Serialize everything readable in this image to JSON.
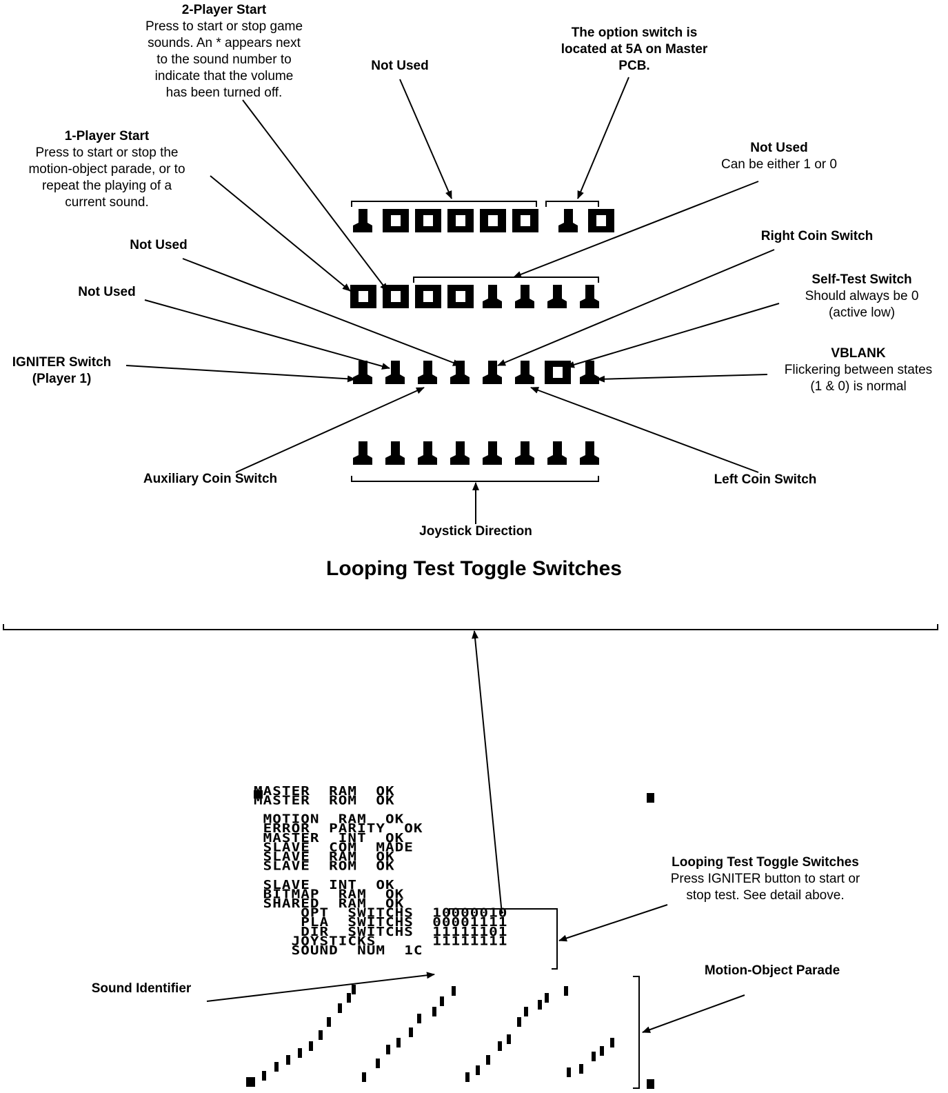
{
  "title": "Looping Test Toggle Switches",
  "callouts": {
    "two_player": {
      "head": "2-Player Start",
      "lines": [
        "Press to start or stop game",
        "sounds. An * appears next",
        "to the sound number to",
        "indicate that the volume",
        "has been turned off."
      ]
    },
    "not_used_top": {
      "head": "Not Used"
    },
    "option_switch": {
      "head": "The option switch is",
      "head2": "located at 5A on Master",
      "head3": "PCB."
    },
    "one_player": {
      "head": "1-Player Start",
      "lines": [
        "Press to start or stop the",
        "motion-object parade, or to",
        "repeat the playing of a",
        "current sound."
      ]
    },
    "not_used_right": {
      "head": "Not Used",
      "lines": [
        "Can be either 1 or 0"
      ]
    },
    "not_used_mid1": {
      "head": "Not Used"
    },
    "right_coin": {
      "head": "Right Coin Switch"
    },
    "not_used_mid2": {
      "head": "Not Used"
    },
    "self_test": {
      "head": "Self-Test Switch",
      "lines": [
        "Should always be 0",
        "(active low)"
      ]
    },
    "igniter": {
      "head": "IGNITER Switch",
      "head2": "(Player 1)"
    },
    "vblank": {
      "head": "VBLANK",
      "lines": [
        "Flickering between states",
        "(1 & 0) is normal"
      ]
    },
    "aux_coin": {
      "head": "Auxiliary Coin Switch"
    },
    "left_coin": {
      "head": "Left Coin Switch"
    },
    "joystick": {
      "head": "Joystick Direction"
    },
    "loop_lower": {
      "head": "Looping Test Toggle Switches",
      "lines": [
        "Press IGNITER button to start or",
        "stop test. See detail above."
      ]
    },
    "motion_parade": {
      "head": "Motion-Object Parade"
    },
    "sound_id": {
      "head": "Sound Identifier"
    }
  },
  "switch_rows": [
    {
      "bits": "10000010"
    },
    {
      "bits": "00001111"
    },
    {
      "bits": "11111101"
    },
    {
      "bits": "11111111"
    }
  ],
  "screen": {
    "lines": [
      "MASTER  RAM  OK",
      "MASTER  ROM  OK",
      "",
      " MOTION  RAM  OK",
      " ERROR  PARITY  OK",
      " MASTER  INT  OK",
      " SLAVE  COM  MADE",
      " SLAVE  RAM  OK",
      " SLAVE  ROM  OK",
      "",
      " SLAVE  INT  OK",
      " BITMAP  RAM  OK",
      " SHARED  RAM  OK",
      "     OPT  SWITCHS  10000010",
      "     PLA  SWITCHS  00001111",
      "     DIR  SWITCHS  11111101",
      "    JOYSTICKS      11111111",
      "    SOUND  NUM  1C"
    ]
  }
}
